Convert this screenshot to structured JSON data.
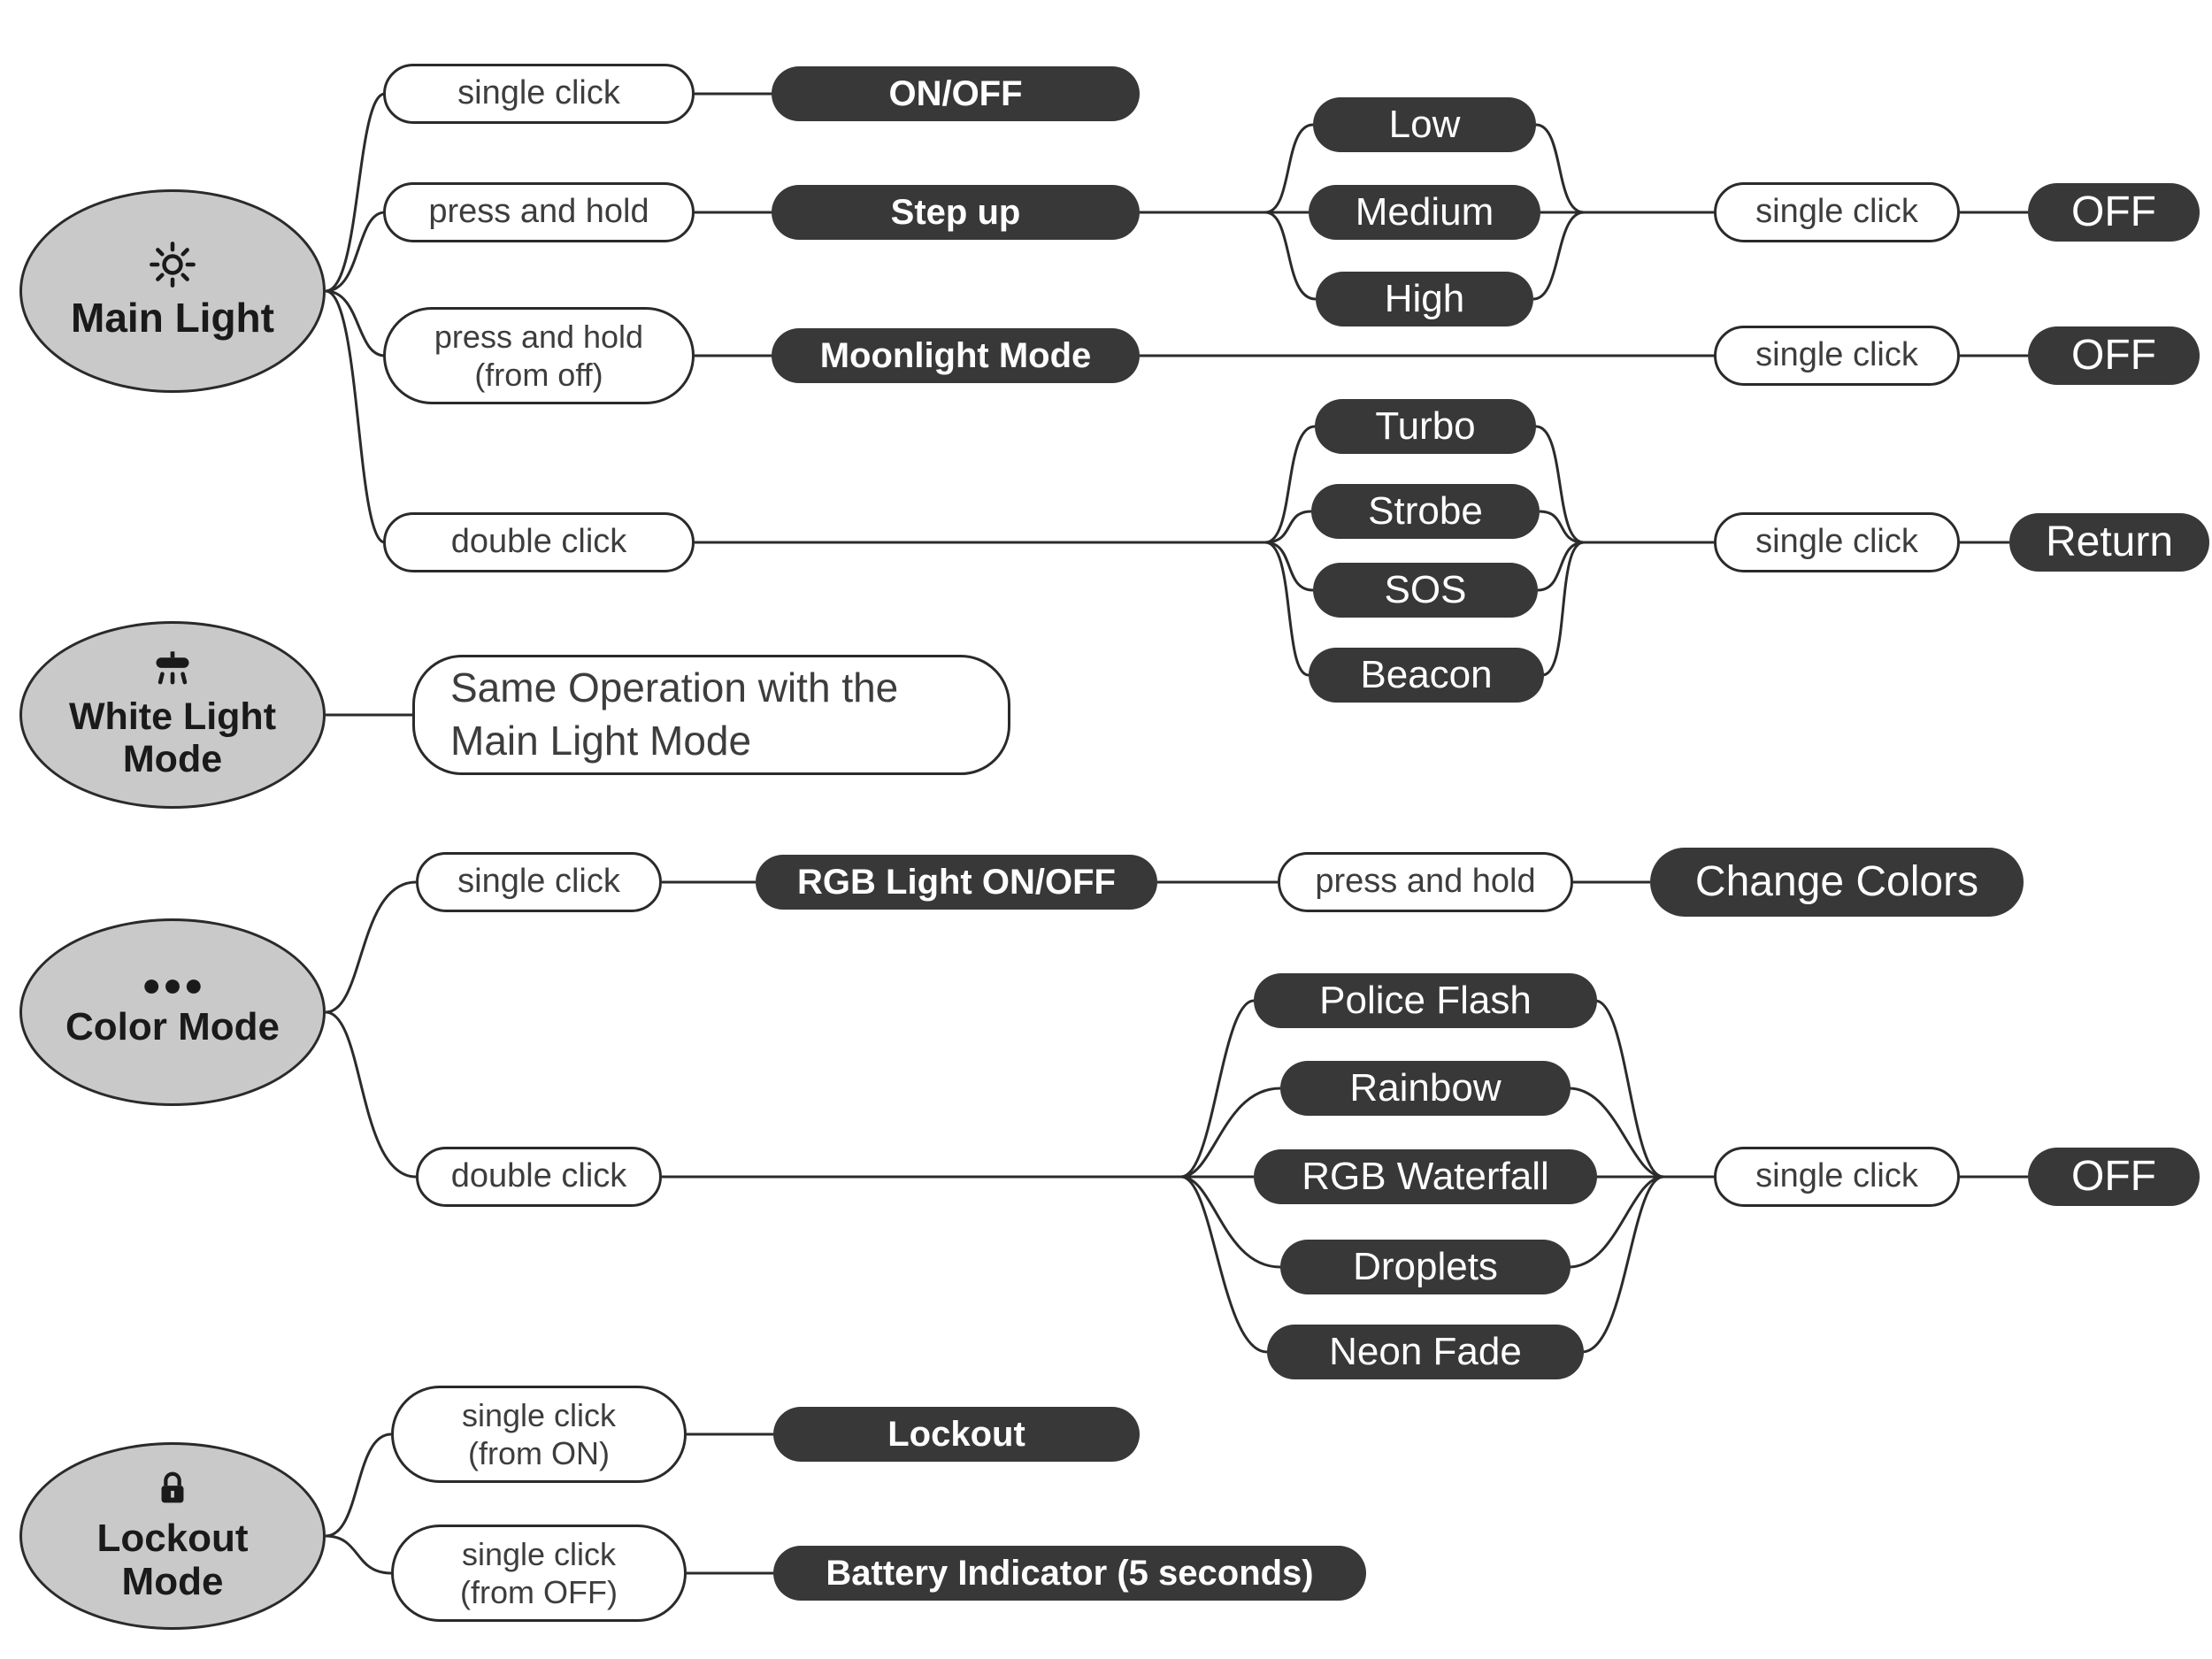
{
  "main": {
    "title": "Main Light",
    "rows": {
      "single_click": {
        "action": "single click",
        "result": "ON/OFF"
      },
      "press_hold": {
        "action": "press and hold",
        "result": "Step up"
      },
      "press_hold_from_off": {
        "action_line1": "press and hold",
        "action_line2": "(from off)",
        "result": "Moonlight Mode"
      },
      "double_click": {
        "action": "double click"
      }
    },
    "levels": [
      "Low",
      "Medium",
      "High"
    ],
    "levels_exit": {
      "action": "single click",
      "result": "OFF"
    },
    "moonlight_exit": {
      "action": "single click",
      "result": "OFF"
    },
    "strobe_modes": [
      "Turbo",
      "Strobe",
      "SOS",
      "Beacon"
    ],
    "strobe_exit": {
      "action": "single click",
      "result": "Return"
    }
  },
  "white_light": {
    "title_line1": "White Light",
    "title_line2": "Mode",
    "note_line1": "Same Operation with the",
    "note_line2": "Main Light Mode"
  },
  "color_mode": {
    "title": "Color Mode",
    "single_click": {
      "action": "single click",
      "result": "RGB Light ON/OFF"
    },
    "press_hold": {
      "action": "press and hold",
      "result": "Change Colors"
    },
    "double_click": {
      "action": "double click"
    },
    "effects": [
      "Police Flash",
      "Rainbow",
      "RGB Waterfall",
      "Droplets",
      "Neon Fade"
    ],
    "effects_exit": {
      "action": "single click",
      "result": "OFF"
    }
  },
  "lockout": {
    "title_line1": "Lockout",
    "title_line2": "Mode",
    "from_on": {
      "action_line1": "single click",
      "action_line2": "(from ON)",
      "result": "Lockout"
    },
    "from_off": {
      "action_line1": "single click",
      "action_line2": "(from OFF)",
      "result": "Battery Indicator (5 seconds)"
    }
  },
  "colors": {
    "node_fill": "#c9c9c9",
    "pill_dark": "#383838",
    "stroke": "#2b2b2b"
  }
}
